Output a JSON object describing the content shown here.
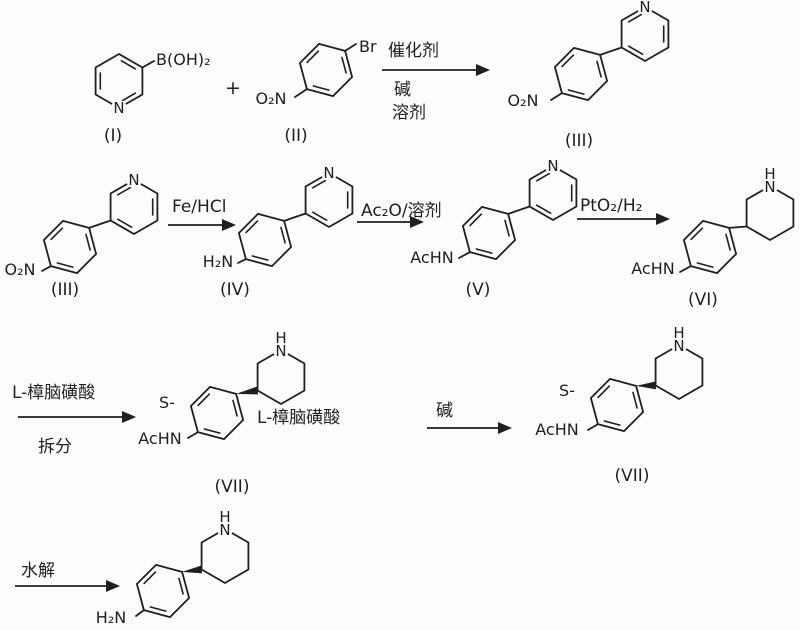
{
  "colors": {
    "background": "#fcfcfc",
    "ink": "#1f1f1f"
  },
  "plus_sign": "+",
  "atom_labels": {
    "pyridine_n": "N",
    "piperidine_n": "N",
    "piperidine_h": "H",
    "boronic_acid": "B(OH)₂",
    "bromine": "Br",
    "nitro": "O₂N",
    "amino": "H₂N",
    "acetamido": "AcHN",
    "s_descriptor": "S-",
    "camphorsulfonate": "L-樟脑磺酸"
  },
  "compound_labels": {
    "i": "(I)",
    "ii": "(II)",
    "iii": "(III)",
    "iv": "(IV)",
    "v": "(V)",
    "vi": "(VI)",
    "vii": "(VII)"
  },
  "reaction_conditions": {
    "step1_catalyst": "催化剂",
    "step1_base": "碱",
    "step1_solvent": "溶剂",
    "step2_reduction": "Fe/HCl",
    "step3_acylation": "Ac₂O/溶剂",
    "step4_hydrogenation": "PtO₂/H₂",
    "step5_resolving_agent": "L-樟脑磺酸",
    "step5_resolution": "拆分",
    "step6_base": "碱",
    "step7_hydrolysis": "水解"
  }
}
